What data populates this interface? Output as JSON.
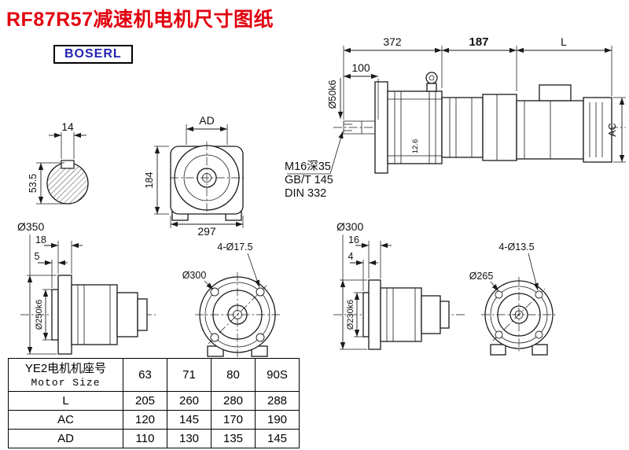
{
  "title": "RF87R57减速机电机尺寸图纸",
  "logo": "BOSERL",
  "colors": {
    "title": "#e3000f",
    "logo": "#2323b0"
  },
  "drawing": {
    "dims": {
      "d372": "372",
      "d187": "187",
      "dL": "L",
      "d100": "100",
      "shaft_dia": "Ø50k6",
      "dAC": "AC",
      "d126": "12.6",
      "note1": "M16深35",
      "note2": "GB/T 145",
      "note3": "DIN 332",
      "d14": "14",
      "d535": "53.5",
      "dAD": "AD",
      "d184": "184",
      "d297": "297",
      "left_flange_od": "Ø350",
      "left_spigot": "Ø250k6",
      "d18": "18",
      "d5": "5",
      "left_bolt_circle": "Ø300",
      "left_holes": "4-Ø17.5",
      "right_flange_od": "Ø300",
      "right_spigot": "Ø230k6",
      "d16": "16",
      "d4": "4",
      "right_flange_dia": "Ø265",
      "right_holes": "4-Ø13.5"
    }
  },
  "table": {
    "header": {
      "title_cn": "YE2电机机座号",
      "title_en": "Motor Size",
      "cols": [
        "63",
        "71",
        "80",
        "90S"
      ]
    },
    "rows": [
      {
        "label": "L",
        "values": [
          "205",
          "260",
          "280",
          "288"
        ]
      },
      {
        "label": "AC",
        "values": [
          "120",
          "145",
          "170",
          "190"
        ]
      },
      {
        "label": "AD",
        "values": [
          "110",
          "130",
          "135",
          "145"
        ]
      }
    ]
  }
}
